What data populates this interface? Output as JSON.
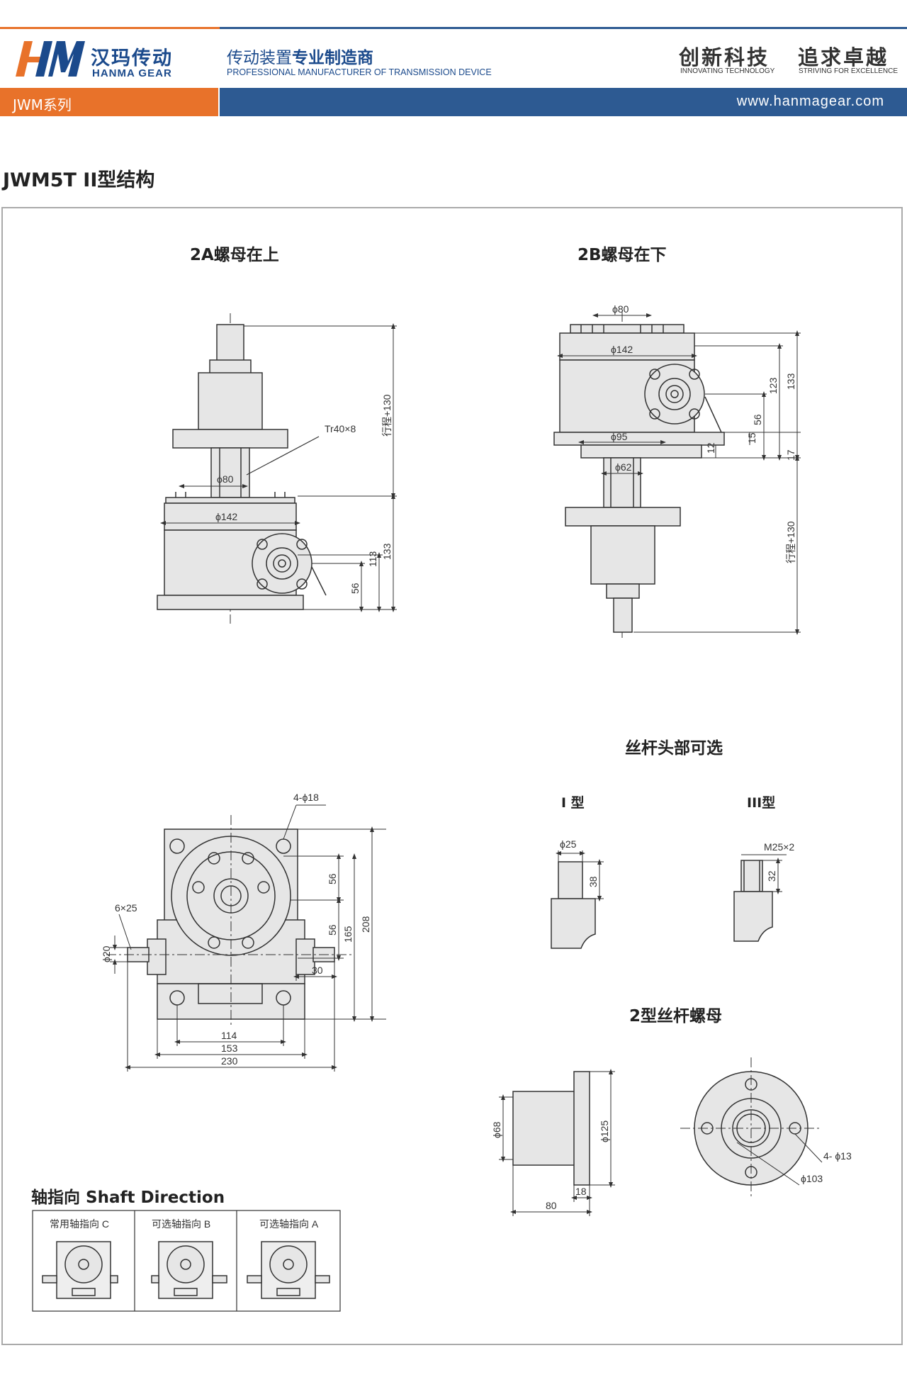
{
  "header": {
    "brand_cn": "汉玛传动",
    "brand_en": "HANMA GEAR",
    "tagline_cn_prefix": "传动装置",
    "tagline_cn_bold": "专业制造商",
    "tagline_en": "PROFESSIONAL MANUFACTURER OF TRANSMISSION DEVICE",
    "slogan1_cn": "创新科技",
    "slogan1_en": "INNOVATING TECHNOLOGY",
    "slogan2_cn": "追求卓越",
    "slogan2_en": "STRIVING FOR EXCELLENCE",
    "series": "JWM系列",
    "website": "www.hanmagear.com"
  },
  "colors": {
    "orange": "#e8722a",
    "blue": "#2d5a92",
    "brand": "#1b4a8c"
  },
  "section_title": "JWM5T II型结构",
  "views": {
    "view_2a": {
      "title": "2A螺母在上",
      "thread": "Tr40×8",
      "d_nut": "ϕ80",
      "d_body": "ϕ142",
      "travel": "行程+130",
      "h1": "133",
      "h2": "113",
      "h3": "56"
    },
    "view_2b": {
      "title": "2B螺母在下",
      "d_top": "ϕ80",
      "d_body": "ϕ142",
      "d_flange": "ϕ95",
      "d_shaft": "ϕ62",
      "h1": "133",
      "h2": "123",
      "h3": "56",
      "h4": "15",
      "h5": "12",
      "h6": "17",
      "travel": "行程+130"
    },
    "view_front": {
      "holes": "4-ϕ18",
      "key": "6×25",
      "d_shaft": "ϕ20",
      "v1": "56",
      "v2": "56",
      "v3": "165",
      "v4": "208",
      "w_shaft": "30",
      "w1": "114",
      "w2": "153",
      "w3": "230"
    },
    "screw_head": {
      "title": "丝杆头部可选",
      "type1": "I 型",
      "type3": "III型",
      "t1_d": "ϕ25",
      "t1_h": "38",
      "t3_thread": "M25×2",
      "t3_h": "32"
    },
    "nut_2": {
      "title": "2型丝杆螺母",
      "d_body": "ϕ68",
      "d_flange": "ϕ125",
      "length": "80",
      "thick": "18",
      "holes": "4- ϕ13",
      "pcd": "ϕ103"
    }
  },
  "shaft_direction": {
    "title": "轴指向 Shaft Direction",
    "options": [
      {
        "label": "常用轴指向 C"
      },
      {
        "label": "可选轴指向 B"
      },
      {
        "label": "可选轴指向 A"
      }
    ]
  }
}
